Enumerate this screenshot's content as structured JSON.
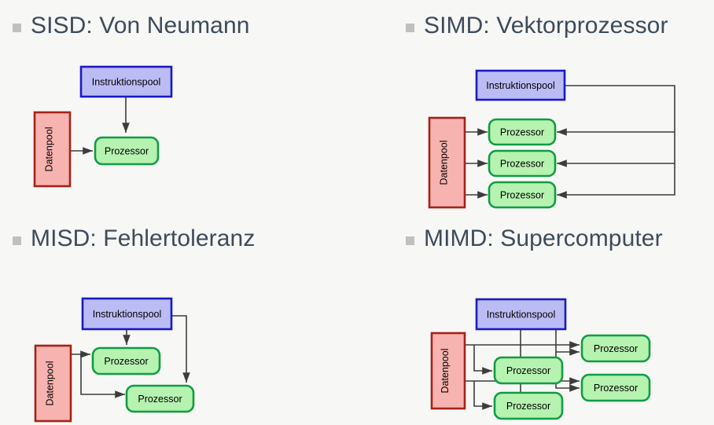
{
  "slide": {
    "background_color": "#f7f7f5",
    "heading_color": "#3d4b5b",
    "bullet_color": "#bfc1c0"
  },
  "palette": {
    "instruction_fill": "#bcbcf5",
    "instruction_stroke": "#1a1ac4",
    "data_fill": "#f7b3b0",
    "data_stroke": "#a52219",
    "processor_fill": "#b6f2b0",
    "processor_stroke": "#109c45",
    "connector_stroke": "#3d3d3d"
  },
  "labels": {
    "instruction_pool": "Instruktionspool",
    "data_pool": "Datenpool",
    "processor": "Prozessor"
  },
  "quadrants": [
    {
      "id": "sisd",
      "bullet": "■",
      "title": "SISD: Von Neumann",
      "instruction_pools": 1,
      "data_pools": 1,
      "processors": 1
    },
    {
      "id": "simd",
      "bullet": "■",
      "title": "SIMD: Vektorprozessor",
      "instruction_pools": 1,
      "data_pools": 1,
      "processors": 3
    },
    {
      "id": "misd",
      "bullet": "■",
      "title": "MISD: Fehlertoleranz",
      "instruction_pools": 1,
      "data_pools": 1,
      "processors": 2
    },
    {
      "id": "mimd",
      "bullet": "■",
      "title": "MIMD: Supercomputer",
      "instruction_pools": 1,
      "data_pools": 1,
      "processors": 4
    }
  ]
}
